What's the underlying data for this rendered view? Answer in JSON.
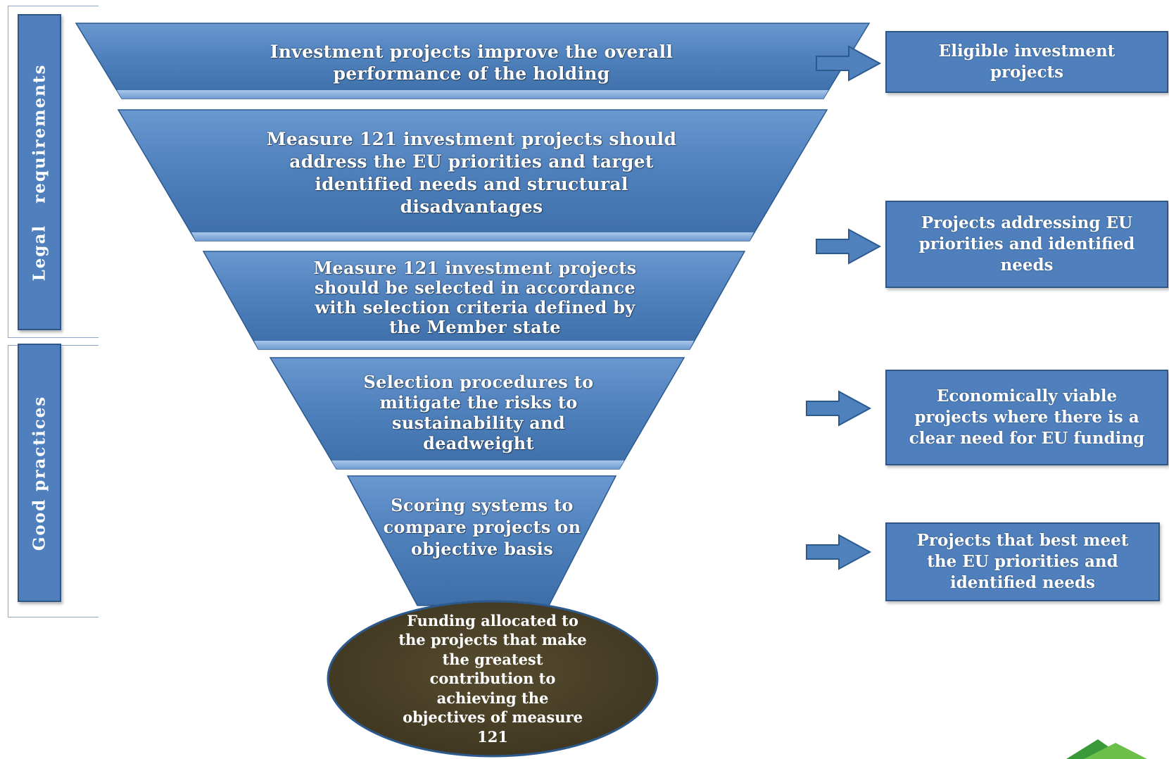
{
  "side_labels": {
    "legal": "Legal   requirements",
    "good": "Good practices"
  },
  "funnel_levels": [
    {
      "lines": [
        "Investment projects improve the overall",
        "performance of the holding"
      ]
    },
    {
      "lines": [
        "Measure 121 investment  projects should",
        "address the EU priorities  and target",
        "identified  needs and structural",
        "disadvantages"
      ]
    },
    {
      "lines": [
        "Measure 121 investment projects",
        "should be selected in accordance",
        "with selection criteria defined by",
        "the Member state"
      ]
    },
    {
      "lines": [
        "Selection procedures to",
        "mitigate the risks to",
        "sustainability  and",
        "deadweight"
      ]
    },
    {
      "lines": [
        "Scoring systems to",
        "compare projects on",
        "objective basis"
      ]
    }
  ],
  "results": [
    {
      "lines": [
        "Eligible investment",
        "projects"
      ]
    },
    {
      "lines": [
        "Projects addressing EU",
        "priorities and identified",
        "needs"
      ]
    },
    {
      "lines": [
        "Economically viable",
        "projects where there is a",
        "clear need for EU funding"
      ]
    },
    {
      "lines": [
        "Projects  that best meet",
        "the EU priorities and",
        "identified needs"
      ]
    }
  ],
  "outcome": {
    "lines": [
      "Funding allocated  to",
      "the projects that make",
      "the greatest",
      "contribution to",
      "achieving the",
      "objectives of measure",
      "121"
    ]
  },
  "colors": {
    "funnel_fill": "#4f81bd",
    "funnel_edge": "#2c5a8f",
    "box_fill": "#4f80bd",
    "outcome_fill": "#4a4128"
  }
}
